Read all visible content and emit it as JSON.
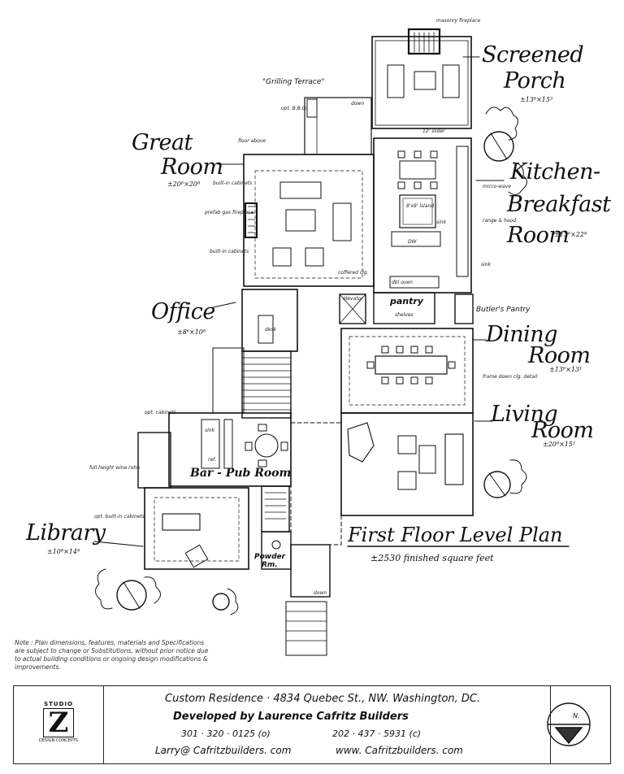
{
  "rooms": {
    "screened_porch": {
      "name_1": "Screened",
      "name_2": "Porch",
      "dim": "±13⁶×15³"
    },
    "great_room": {
      "name_1": "Great",
      "name_2": "Room",
      "dim": "±20⁶×20⁸"
    },
    "kitchen": {
      "name_1": "Kitchen-",
      "name_2": "Breakfast",
      "name_3": "Room",
      "dim": "±13⁶×22⁸"
    },
    "office": {
      "name": "Office",
      "dim": "±8⁶×10⁸"
    },
    "dining_room": {
      "name_1": "Dining",
      "name_2": "Room",
      "dim": "±13⁶×13¹"
    },
    "living_room": {
      "name_1": "Living",
      "name_2": "Room",
      "dim": "±20⁸×15¹"
    },
    "library": {
      "name": "Library",
      "dim": "±10⁸×14⁸"
    },
    "bar": {
      "name": "Bar - Pub Room"
    },
    "pantry": {
      "name": "pantry"
    },
    "powder": {
      "name_1": "Powder",
      "name_2": "Rm."
    }
  },
  "annotations": {
    "masonry_fireplace": "masonry fireplace",
    "grilling_terrace": "\"Grilling Terrace\"",
    "down": "down",
    "opt_bbq": "opt. B.B.Q.",
    "slider": "12' slider",
    "floor_above": "floor above",
    "built_in_cabinets_1": "built-in cabinets",
    "prefab_fireplace": "prefab gas fireplace",
    "built_in_cabinets_2": "built-in cabinets",
    "coffered_clg": "coffered clg.",
    "island": "8'x9' island",
    "sink": "sink",
    "dw": "DW",
    "microwave": "micro-wave",
    "range_hood": "range & hood",
    "fridge": "ref.",
    "elevator": "elevator",
    "shelves": "shelves",
    "butlers_pantry": "Butler's Pantry",
    "frame_down": "frame down clg. detail",
    "desk": "desk",
    "opt_cabinets": "opt. cabinets",
    "full_height_wine": "full height wine rotie",
    "opt_built_in": "opt. built-in cabinets",
    "oven": "dbl oven"
  },
  "plan_title": {
    "title": "First Floor Level Plan",
    "area": "±2530 finished square feet"
  },
  "note": "Note : Plan dimensions, features, materials and Specifications are subject to change or Substitutions, without prior notice due to actual building conditions or ongoing design modifications & improvements.",
  "title_block": {
    "logo_top": "STUDIO",
    "logo_letter": "Z",
    "logo_bottom": "DESIGN CONCEPTS",
    "line1": "Custom Residence · 4834 Quebec St., NW. Washington, DC.",
    "line2": "Developed by Laurence Cafritz Builders",
    "phone1": "301 · 320 · 0125 (o)",
    "phone2": "202 · 437 · 5931 (c)",
    "email": "Larry@ Cafritzbuilders. com",
    "web": "www. Cafritzbuilders. com",
    "north": "N."
  }
}
